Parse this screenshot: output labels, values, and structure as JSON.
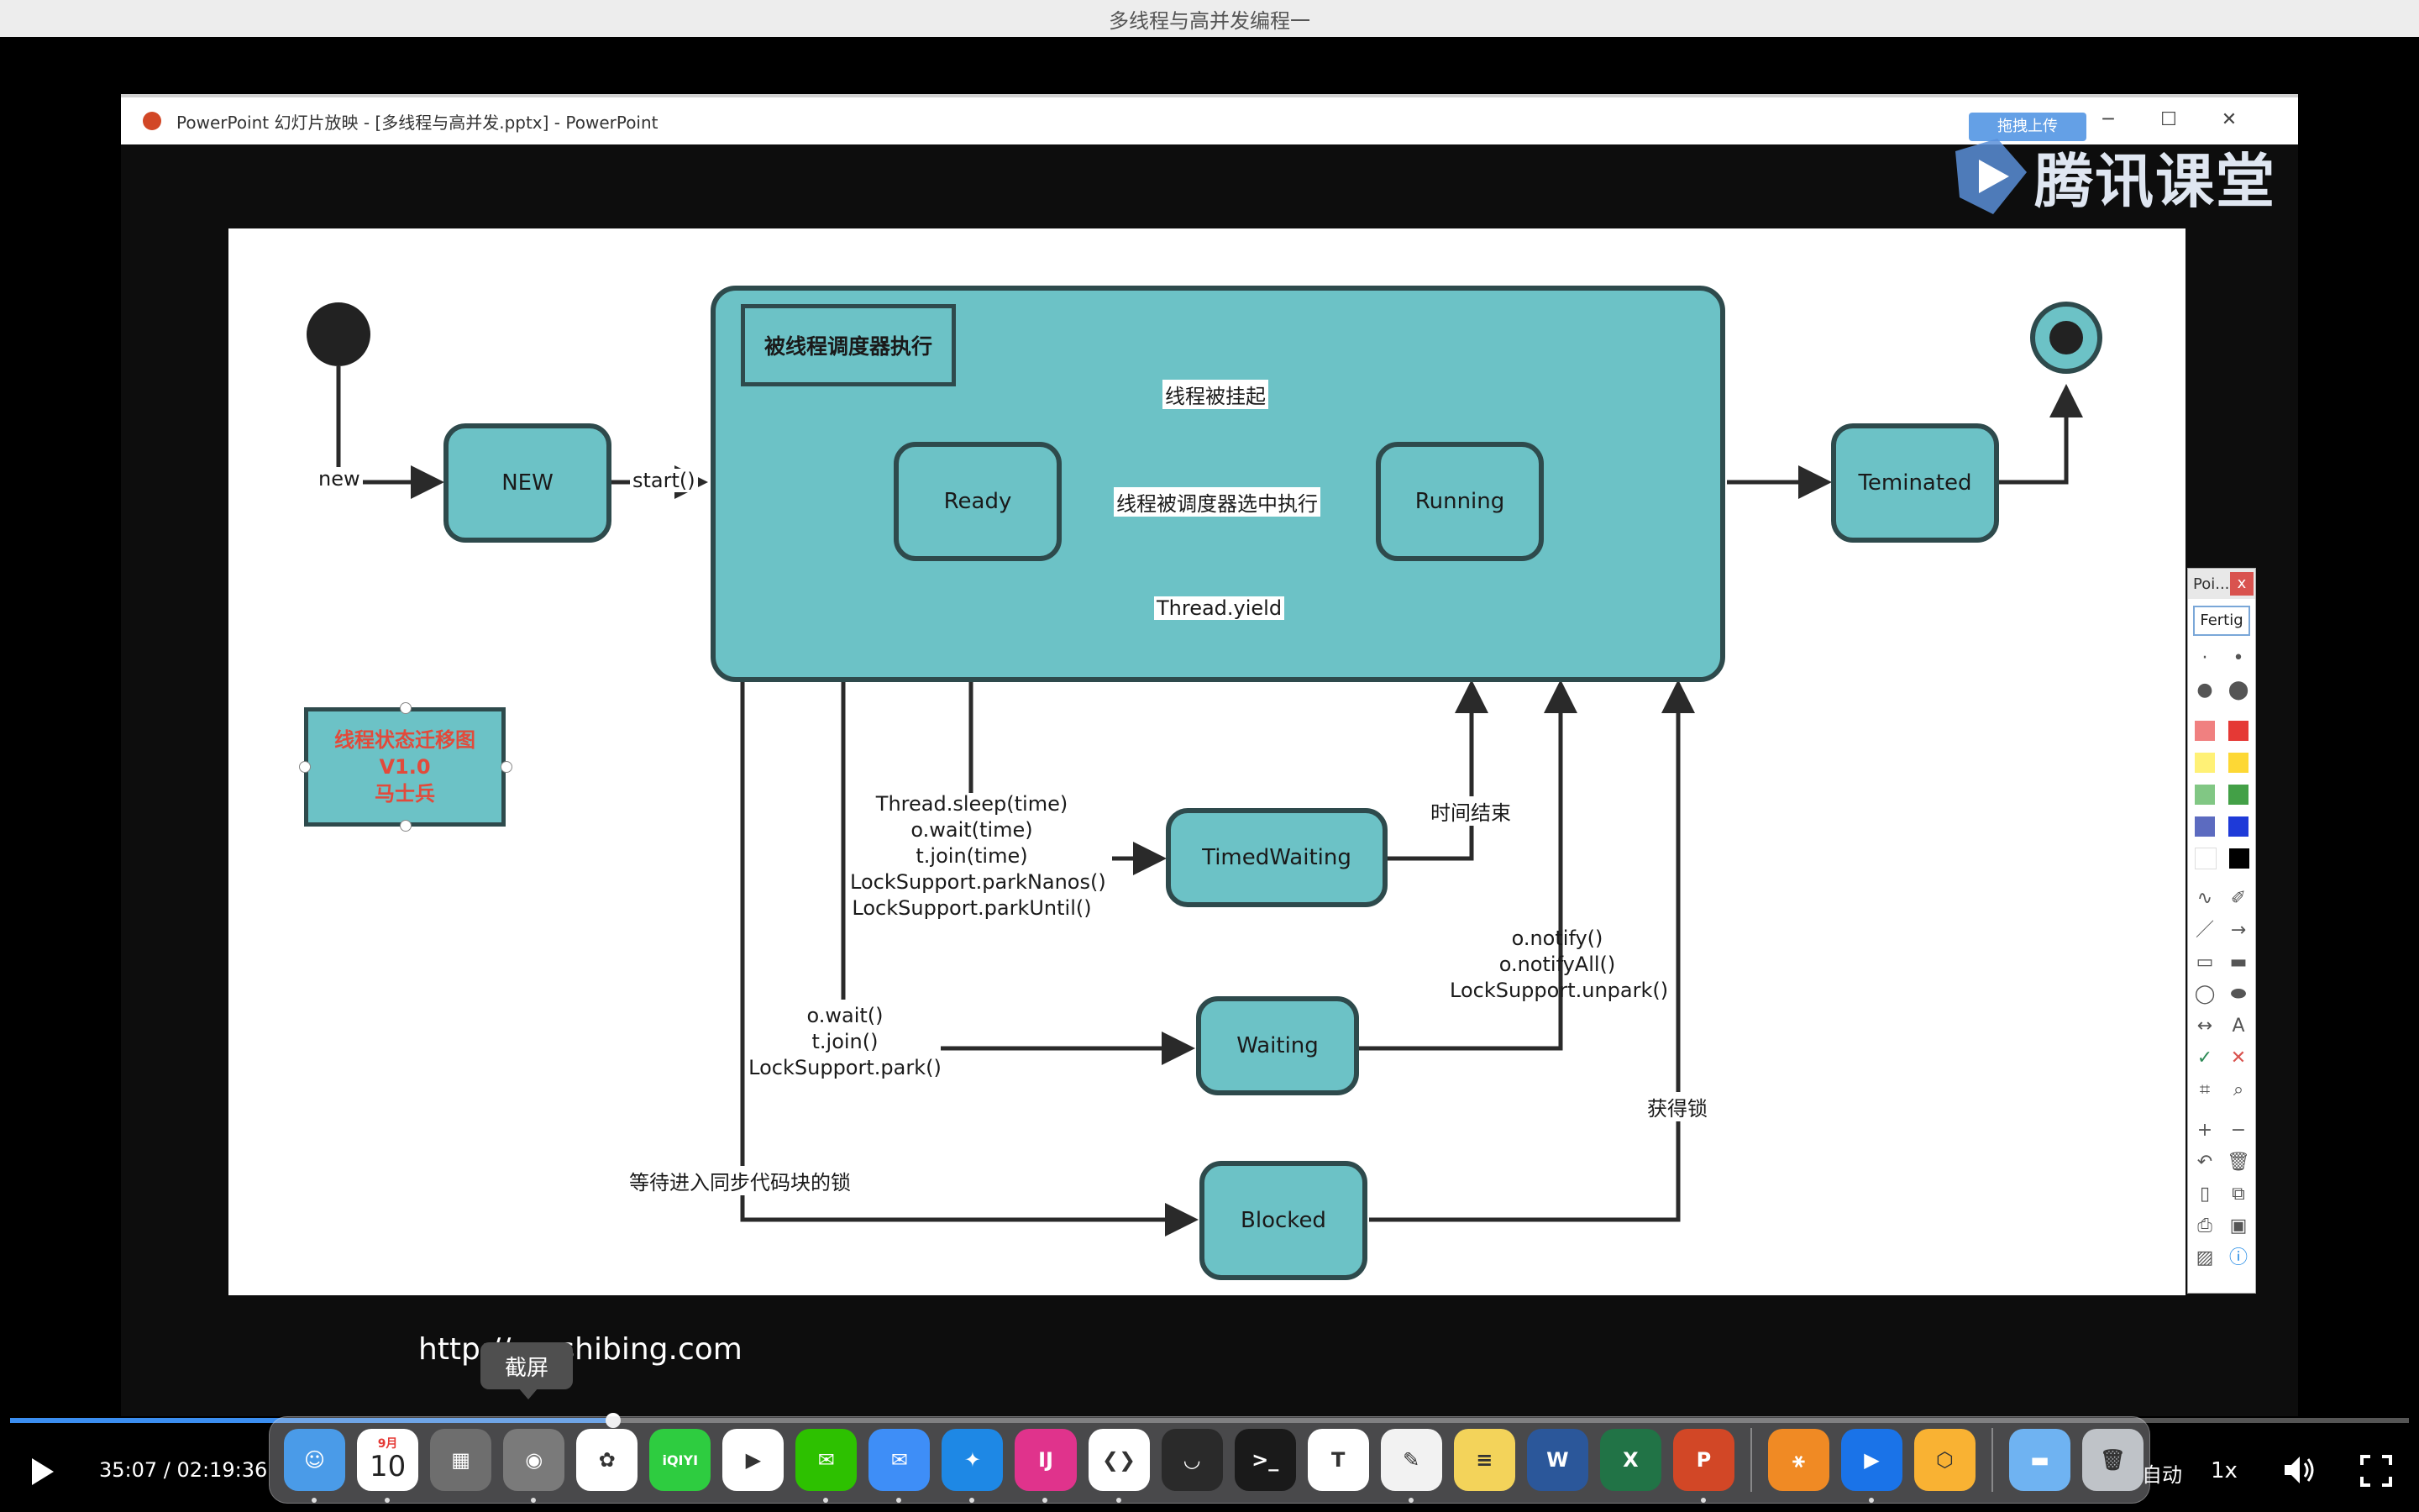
{
  "window_title": "多线程与高并发编程一",
  "ppt": {
    "title": "PowerPoint 幻灯片放映 - [多线程与高并发.pptx] - PowerPoint",
    "cloud_button": "拖拽上传",
    "minimize": "─",
    "maximize": "☐",
    "close": "✕"
  },
  "watermark": "腾讯课堂",
  "diagram": {
    "scheduler_label": "被线程调度器执行",
    "states": {
      "new": "NEW",
      "ready": "Ready",
      "running": "Running",
      "terminated": "Teminated",
      "timed_waiting": "TimedWaiting",
      "waiting": "Waiting",
      "blocked": "Blocked"
    },
    "transitions": {
      "new": "new",
      "start": "start()",
      "suspended": "线程被挂起",
      "selected": "线程被调度器选中执行",
      "yield": "Thread.yield",
      "timed_calls": [
        "Thread.sleep(time)",
        "o.wait(time)",
        "t.join(time)",
        "LockSupport.parkNanos()",
        "LockSupport.parkUntil()"
      ],
      "time_end": "时间结束",
      "wait_calls": [
        "o.wait()",
        "t.join()",
        "LockSupport.park()"
      ],
      "notify_calls": [
        "o.notify()",
        "o.notifyAll()",
        "LockSupport.unpark()"
      ],
      "get_lock": "获得锁",
      "wait_lock": "等待进入同步代码块的锁"
    },
    "info_box": [
      "线程状态迁移图",
      "V1.0",
      "马士兵"
    ]
  },
  "slide_url": "http://mashibing.com",
  "tooltip": "截屏",
  "pointer_palette": {
    "title": "Poi...",
    "close": "x",
    "done": "Fertig",
    "colors": [
      "#f08080",
      "#e53935",
      "#fff176",
      "#fdd835",
      "#81c784",
      "#43a047",
      "#5c6bc0",
      "#1e3ad8",
      "#ffffff",
      "#000000"
    ]
  },
  "player": {
    "time": "35:07 / 02:19:36",
    "progress": 0.2515,
    "autoplay": "自动",
    "speed": "1x"
  },
  "dock": {
    "calendar_month": "9月",
    "calendar_day": "10",
    "apps": [
      {
        "name": "finder",
        "color": "#4a9be8",
        "glyph": "☺"
      },
      {
        "name": "calendar",
        "color": "#ffffff",
        "glyph": ""
      },
      {
        "name": "calculator",
        "color": "#6e6e6e",
        "glyph": "▦"
      },
      {
        "name": "screenshot",
        "color": "#7a7a7a",
        "glyph": "◉"
      },
      {
        "name": "baidu-netdisk",
        "color": "#ffffff",
        "glyph": "✿"
      },
      {
        "name": "iqiyi",
        "color": "#2ecc40",
        "glyph": "iQIYI"
      },
      {
        "name": "youku",
        "color": "#ffffff",
        "glyph": "▶"
      },
      {
        "name": "wechat",
        "color": "#2dc100",
        "glyph": "✉"
      },
      {
        "name": "mail",
        "color": "#3e8ef7",
        "glyph": "✉"
      },
      {
        "name": "safari",
        "color": "#1e88e5",
        "glyph": "✦"
      },
      {
        "name": "intellij",
        "color": "#e0338c",
        "glyph": "IJ"
      },
      {
        "name": "vscode",
        "color": "#ffffff",
        "glyph": "❮❯"
      },
      {
        "name": "arc",
        "color": "#2a2a2a",
        "glyph": "◡"
      },
      {
        "name": "terminal",
        "color": "#1a1a1a",
        "glyph": ">_"
      },
      {
        "name": "typora",
        "color": "#ffffff",
        "glyph": "T"
      },
      {
        "name": "textedit",
        "color": "#f2f2f2",
        "glyph": "✎"
      },
      {
        "name": "stickies",
        "color": "#f3d35a",
        "glyph": "≡"
      },
      {
        "name": "word",
        "color": "#2b579a",
        "glyph": "W"
      },
      {
        "name": "excel",
        "color": "#217346",
        "glyph": "X"
      },
      {
        "name": "powerpoint",
        "color": "#d24726",
        "glyph": "P"
      },
      {
        "name": "xmind",
        "color": "#f08a24",
        "glyph": "⚹"
      },
      {
        "name": "tencent-classroom",
        "color": "#1a73e8",
        "glyph": "▶"
      },
      {
        "name": "app-hex",
        "color": "#f9b233",
        "glyph": "⬡"
      },
      {
        "name": "downloads-folder",
        "color": "#6fb3f2",
        "glyph": "▬"
      },
      {
        "name": "trash",
        "color": "#bfc3c8",
        "glyph": "🗑"
      }
    ]
  }
}
